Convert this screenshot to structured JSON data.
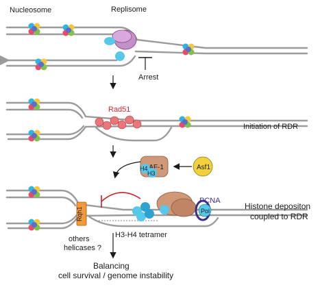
{
  "labels": {
    "nucleosome": "Nucleosome",
    "replisome": "Replisome",
    "arrest": "Arrest",
    "rad51": "Rad51",
    "initiation": "Initiation of RDR",
    "caf1": "CAF-1",
    "h4": "H4",
    "h3": "H3",
    "asf1": "Asf1",
    "pcna": "PCNA",
    "pol": "Pol",
    "rqh1": "Rqh1",
    "tetramer": "H3-H4 tetramer",
    "others_line1": "others",
    "others_line2": "helicases ?",
    "deposition_line1": "Histone depositon",
    "deposition_line2": "coupled to RDR",
    "balancing_line1": "Balancing",
    "balancing_line2": "cell survival / genome instability"
  },
  "colors": {
    "dna": "#9b9b9b",
    "replisome": "#c490c8",
    "rad51": "#e8767a",
    "rad51_label": "#d6262b",
    "caf1": "#cf9878",
    "asf1": "#f2d13a",
    "histone_blue": "#58c8ea",
    "pcna": "#3a2f8e",
    "rqh1": "#f09a3a",
    "inhibition": "#c8202a"
  },
  "icons": [
    "nucleosome-icon",
    "replisome-icon",
    "rad51-filament-icon",
    "caf1-icon",
    "asf1-icon",
    "rqh1-helicase-icon",
    "pcna-ring-icon",
    "polymerase-icon"
  ]
}
